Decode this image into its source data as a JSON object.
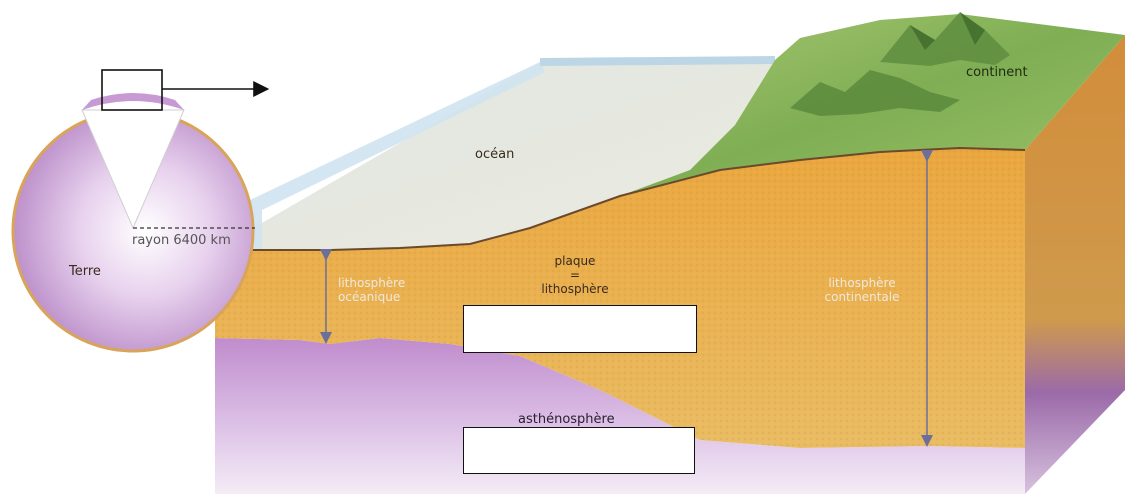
{
  "earth_inset": {
    "planet_label": "Terre",
    "radius_label": "rayon 6400 km"
  },
  "block": {
    "ocean_label": "océan",
    "continent_label": "continent",
    "oceanic_lithosphere_line1": "lithosphère",
    "oceanic_lithosphere_line2": "océanique",
    "plate_line1": "plaque",
    "plate_line2": "=",
    "plate_line3": "lithosphère",
    "continental_lithosphere_line1": "lithosphère",
    "continental_lithosphere_line2": "continentale",
    "asthenosphere_label": "asthénosphère"
  },
  "answer_boxes": [
    {
      "id": "plate-answer",
      "value": ""
    },
    {
      "id": "asthenosphere-answer",
      "value": ""
    }
  ],
  "colors": {
    "sphere": "#d8b6e0",
    "ocean_water": "#e6ece4",
    "lithosphere": "#e8a948",
    "asthenosphere": "#c592cf",
    "continent_land": "#8ab559",
    "arrow": "#6c6f9a"
  }
}
